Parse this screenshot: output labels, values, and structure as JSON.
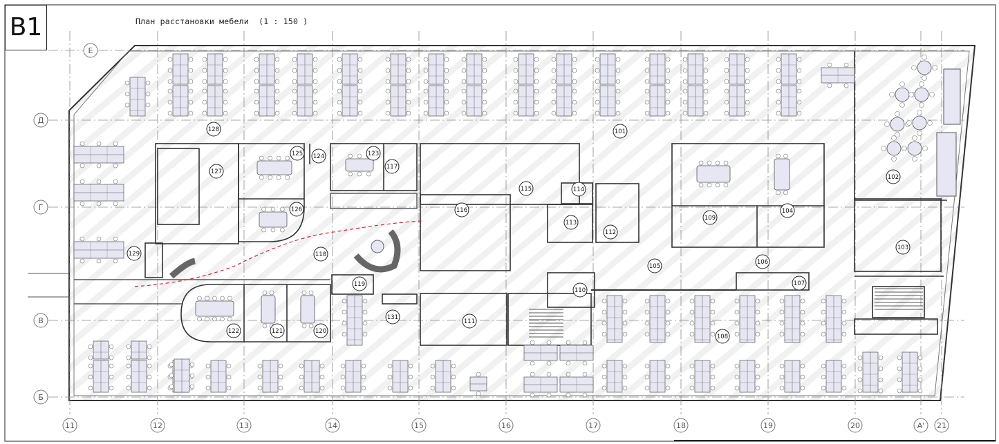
{
  "sheet": {
    "id": "B1",
    "title": "План расстановки мебели  (1 : 150 )"
  },
  "grid": {
    "vertical": [
      "11",
      "12",
      "13",
      "14",
      "15",
      "16",
      "17",
      "18",
      "19",
      "20",
      "A'",
      "21"
    ],
    "horizontal": [
      "Е",
      "Д",
      "Г",
      "В",
      "Б"
    ]
  },
  "rooms": [
    "101",
    "102",
    "103",
    "104",
    "105",
    "106",
    "107",
    "108",
    "109",
    "110",
    "111",
    "112",
    "113",
    "114",
    "115",
    "116",
    "117",
    "118",
    "119",
    "120",
    "121",
    "122",
    "123",
    "124",
    "125",
    "126",
    "127",
    "128",
    "129",
    "131"
  ],
  "colors": {
    "line": "#333333",
    "furniture": "#e6e7f2",
    "hatch": "#f1f1f1",
    "path": "#d62020",
    "grid": "#8a8a8a"
  }
}
